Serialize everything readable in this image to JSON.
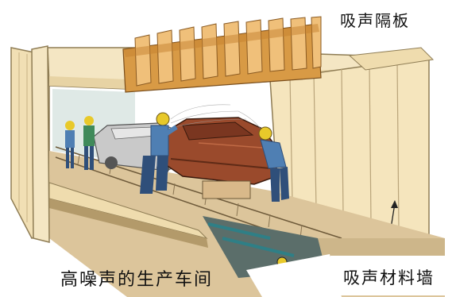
{
  "labels": {
    "sound_absorbing_panel": "吸声隔板",
    "noisy_workshop": "高噪声的生产车间",
    "sound_absorbing_wall": "吸声材料墙"
  },
  "colors": {
    "wall": "#f3e2b8",
    "wall_edge": "#b9a47a",
    "panel_wood": "#e2a956",
    "panel_dark": "#a76f2c",
    "car_body": "#9a4a2c",
    "car_grey": "#c9c9c9",
    "floor": "#d9c39a",
    "worker_blue": "#4f7fb3",
    "worker_green": "#3f8a5a",
    "helmet": "#e8c92a"
  }
}
